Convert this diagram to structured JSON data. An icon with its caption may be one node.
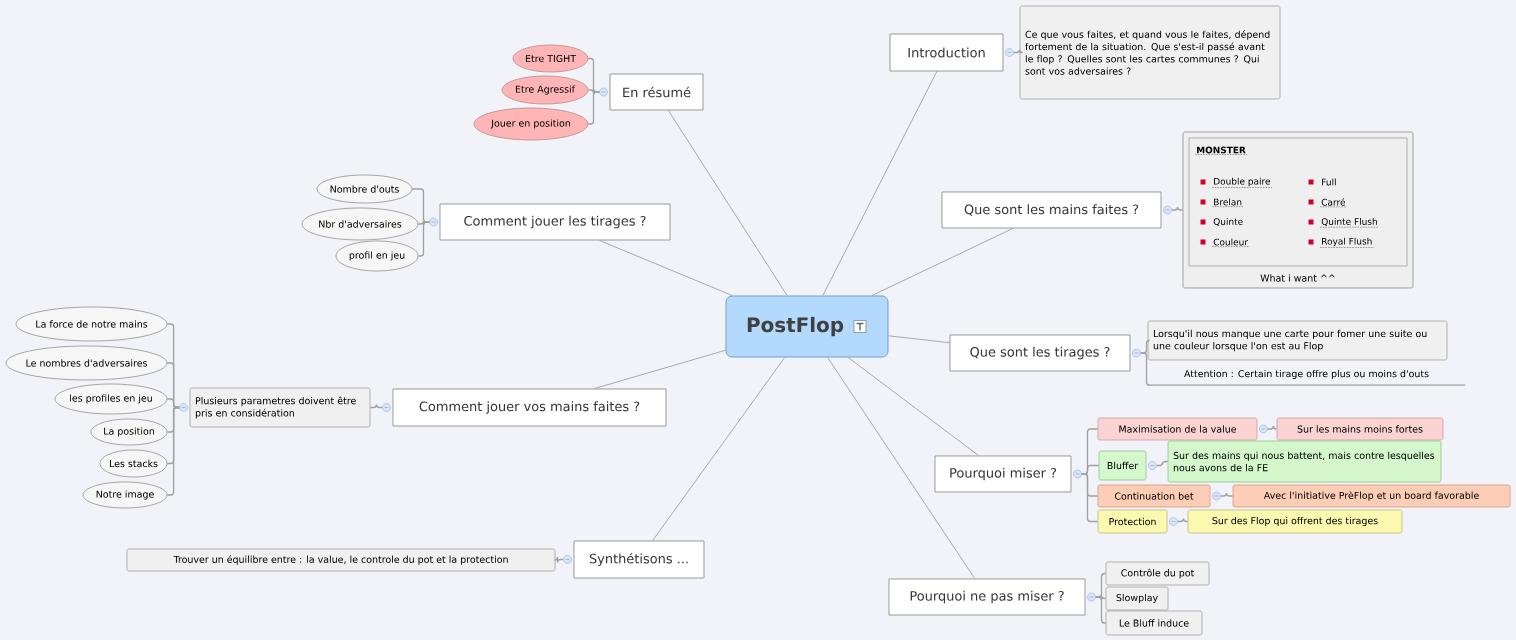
{
  "diagram": {
    "nodes": [
      {
        "text": [
          "PostFlop"
        ]
      },
      {
        "text": [
          "Introduction"
        ]
      },
      {
        "text": [
          "Ce que vous faites, et quand vous le faites, dépend fortement de la situation. Que s'est-il passé avant le flop ? Quelles sont les cartes communes ? Qui sont vos adversaires ?"
        ]
      },
      {
        "text": [
          "Que sont les mains faites ?"
        ]
      },
      {
        "text": [
          "MONSTER",
          "Double paire",
          "Brelan",
          "Quinte",
          "Couleur",
          "Full",
          "Carré",
          "Quinte Flush",
          "Royal Flush",
          "What i want ^^"
        ]
      },
      {
        "text": [
          "Que sont les tirages ?"
        ]
      },
      {
        "text": [
          "Lorsqu'il nous manque une carte pour fomer une suite ou une couleur lorsque l'on est au Flop"
        ]
      },
      {
        "text": [
          "Attention : Certain tirage offre plus ou moins d'outs"
        ]
      },
      {
        "text": [
          "Pourquoi miser ?"
        ]
      },
      {
        "text": [
          "Maximisation de la value"
        ]
      },
      {
        "text": [
          "Sur les mains moins fortes"
        ]
      },
      {
        "text": [
          "Bluffer"
        ]
      },
      {
        "text": [
          "Sur des mains qui nous battent, mais contre lesquelles nous avons de la FE"
        ]
      },
      {
        "text": [
          "Continuation bet"
        ]
      },
      {
        "text": [
          "Avec l'initiative PrèFlop et un board favorable"
        ]
      },
      {
        "text": [
          "Protection"
        ]
      },
      {
        "text": [
          "Sur des Flop qui offrent des tirages"
        ]
      },
      {
        "text": [
          "Pourquoi ne pas miser ?"
        ]
      },
      {
        "text": [
          "Contrôle du pot"
        ]
      },
      {
        "text": [
          "Slowplay"
        ]
      },
      {
        "text": [
          "Le Bluff induce"
        ]
      },
      {
        "text": [
          "En résumé"
        ]
      },
      {
        "text": [
          "Etre TIGHT"
        ]
      },
      {
        "text": [
          "Etre Agressif"
        ]
      },
      {
        "text": [
          "Jouer en position"
        ]
      },
      {
        "text": [
          "Comment jouer les tirages ?"
        ]
      },
      {
        "text": [
          "Nombre d'outs"
        ]
      },
      {
        "text": [
          "Nbr d'adversaires"
        ]
      },
      {
        "text": [
          "profil en jeu"
        ]
      },
      {
        "text": [
          "Comment jouer vos mains faites ?"
        ]
      },
      {
        "text": [
          "Plusieurs parametres doivent être pris en considération"
        ]
      },
      {
        "text": [
          "La force de notre mains"
        ]
      },
      {
        "text": [
          "Le nombres d'adversaires"
        ]
      },
      {
        "text": [
          "les profiles en jeu"
        ]
      },
      {
        "text": [
          "La position"
        ]
      },
      {
        "text": [
          "Les stacks"
        ]
      },
      {
        "text": [
          "Notre image"
        ]
      },
      {
        "text": [
          "Synthétisons ..."
        ]
      },
      {
        "text": [
          "Trouver un équilibre entre : la value, le controle du pot et la protection"
        ]
      }
    ],
    "edges": [
      {
        "from": 0,
        "to": 1,
        "arrow": "none"
      },
      {
        "from": 0,
        "to": 3,
        "arrow": "none"
      },
      {
        "from": 0,
        "to": 5,
        "arrow": "none"
      },
      {
        "from": 0,
        "to": 8,
        "arrow": "none"
      },
      {
        "from": 0,
        "to": 17,
        "arrow": "none"
      },
      {
        "from": 0,
        "to": 21,
        "arrow": "none"
      },
      {
        "from": 0,
        "to": 25,
        "arrow": "none"
      },
      {
        "from": 0,
        "to": 29,
        "arrow": "none"
      },
      {
        "from": 0,
        "to": 37,
        "arrow": "none"
      },
      {
        "from": 1,
        "to": 2,
        "arrow": "none"
      },
      {
        "from": 3,
        "to": 4,
        "arrow": "none"
      },
      {
        "from": 5,
        "to": 6,
        "arrow": "none"
      },
      {
        "from": 5,
        "to": 7,
        "arrow": "none"
      },
      {
        "from": 8,
        "to": 9,
        "arrow": "none"
      },
      {
        "from": 8,
        "to": 11,
        "arrow": "none"
      },
      {
        "from": 8,
        "to": 13,
        "arrow": "none"
      },
      {
        "from": 8,
        "to": 15,
        "arrow": "none"
      },
      {
        "from": 9,
        "to": 10,
        "arrow": "none"
      },
      {
        "from": 11,
        "to": 12,
        "arrow": "none"
      },
      {
        "from": 13,
        "to": 14,
        "arrow": "none"
      },
      {
        "from": 15,
        "to": 16,
        "arrow": "none"
      },
      {
        "from": 17,
        "to": 18,
        "arrow": "none"
      },
      {
        "from": 17,
        "to": 19,
        "arrow": "none"
      },
      {
        "from": 17,
        "to": 20,
        "arrow": "none"
      },
      {
        "from": 21,
        "to": 22,
        "arrow": "none"
      },
      {
        "from": 21,
        "to": 23,
        "arrow": "none"
      },
      {
        "from": 21,
        "to": 24,
        "arrow": "none"
      },
      {
        "from": 25,
        "to": 26,
        "arrow": "none"
      },
      {
        "from": 25,
        "to": 27,
        "arrow": "none"
      },
      {
        "from": 25,
        "to": 28,
        "arrow": "none"
      },
      {
        "from": 29,
        "to": 30,
        "arrow": "none"
      },
      {
        "from": 30,
        "to": 31,
        "arrow": "none"
      },
      {
        "from": 30,
        "to": 32,
        "arrow": "none"
      },
      {
        "from": 30,
        "to": 33,
        "arrow": "none"
      },
      {
        "from": 30,
        "to": 34,
        "arrow": "none"
      },
      {
        "from": 30,
        "to": 35,
        "arrow": "none"
      },
      {
        "from": 30,
        "to": 36,
        "arrow": "none"
      },
      {
        "from": 37,
        "to": 38,
        "arrow": "none"
      }
    ]
  }
}
